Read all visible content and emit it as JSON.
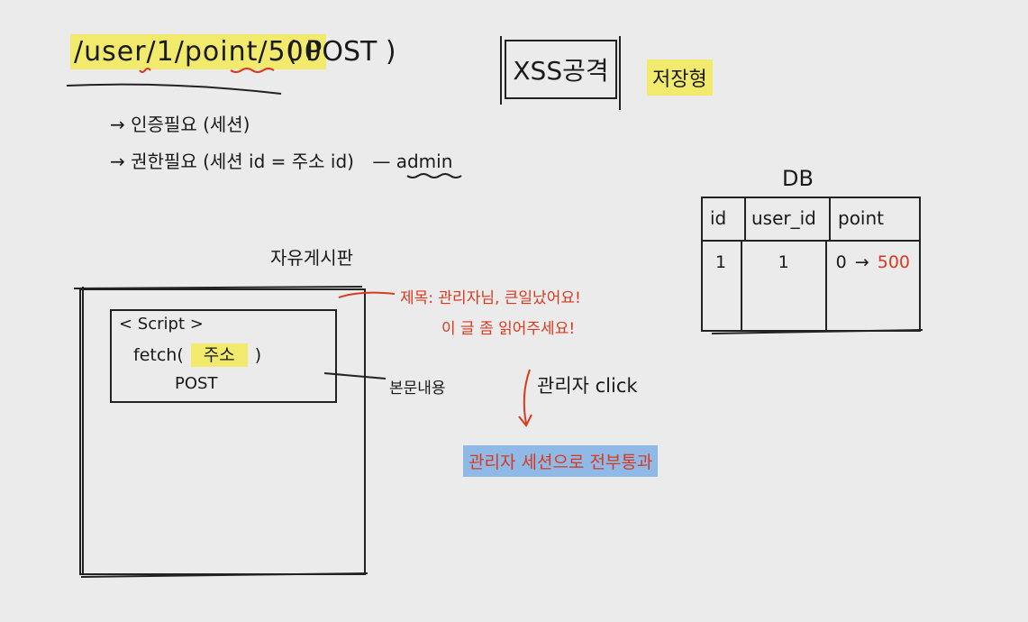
{
  "endpoint": {
    "path_parts": [
      "/",
      "user",
      "/",
      "1",
      "/",
      "point",
      "/",
      "500"
    ],
    "method": "( POST )"
  },
  "requirements": [
    {
      "arrow": "→",
      "text": "인증필요 (세션)"
    },
    {
      "arrow": "→",
      "text": "권한필요 (세션 id = 주소 id)",
      "suffix": "— admin"
    }
  ],
  "xss_box": {
    "title": "XSS공격"
  },
  "xss_type": "저장형",
  "db": {
    "title": "DB",
    "headers": [
      "id",
      "user_id",
      "point"
    ],
    "row": [
      "1",
      "1",
      "0"
    ],
    "row_arrow": "→",
    "row_new_value": "500"
  },
  "board": {
    "title": "자유게시판",
    "script_lines": [
      "< Script >",
      "fetch(",
      "주소",
      ")",
      "POST"
    ],
    "body_label": "본문내용"
  },
  "post_title_note": {
    "line1": "제목: 관리자님, 큰일났어요!",
    "line2": "이 글 좀 읽어주세요!"
  },
  "admin_click": "관리자 click",
  "result": "관리자 세션으로 전부통과",
  "colors": {
    "highlight_yellow": "#f2ea6c",
    "highlight_blue": "#8fb9e6",
    "red_ink": "#d93a1e"
  }
}
